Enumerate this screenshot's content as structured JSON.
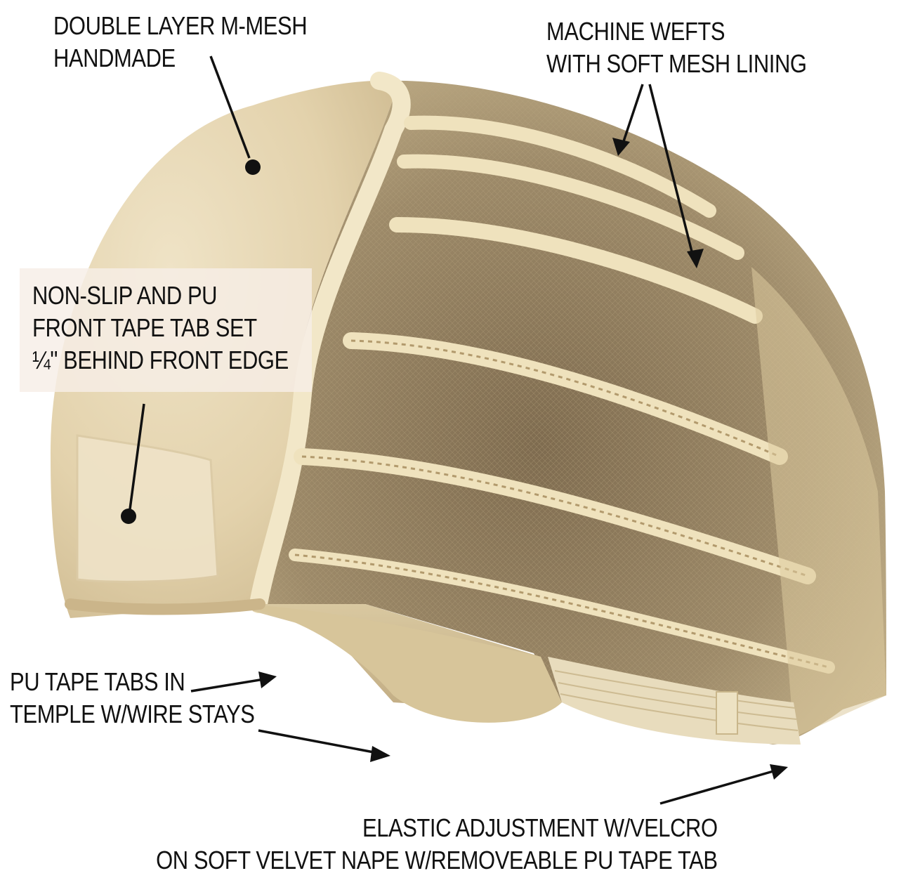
{
  "colors": {
    "accent": "#111111",
    "cap_base": "#e6d7b4",
    "mesh_dark": "#8d7a5c",
    "weft_stripe": "#f0e3bf",
    "tape_box": "#f6eee6"
  },
  "callouts": {
    "double_layer": {
      "line1": "DOUBLE LAYER M-MESH",
      "line2": "HANDMADE"
    },
    "machine_wefts": {
      "line1": "MACHINE WEFTS",
      "line2": "WITH SOFT MESH LINING"
    },
    "front_tape": {
      "line1": "NON-SLIP AND PU",
      "line2": "FRONT TAPE TAB SET",
      "line3": "¼\" BEHIND FRONT EDGE"
    },
    "temple_tabs": {
      "line1": "PU TAPE TABS IN",
      "line2": "TEMPLE W/WIRE STAYS"
    },
    "elastic": {
      "line1": "ELASTIC ADJUSTMENT W/VELCRO",
      "line2": "ON SOFT VELVET NAPE W/REMOVEABLE PU TAPE TAB"
    }
  }
}
